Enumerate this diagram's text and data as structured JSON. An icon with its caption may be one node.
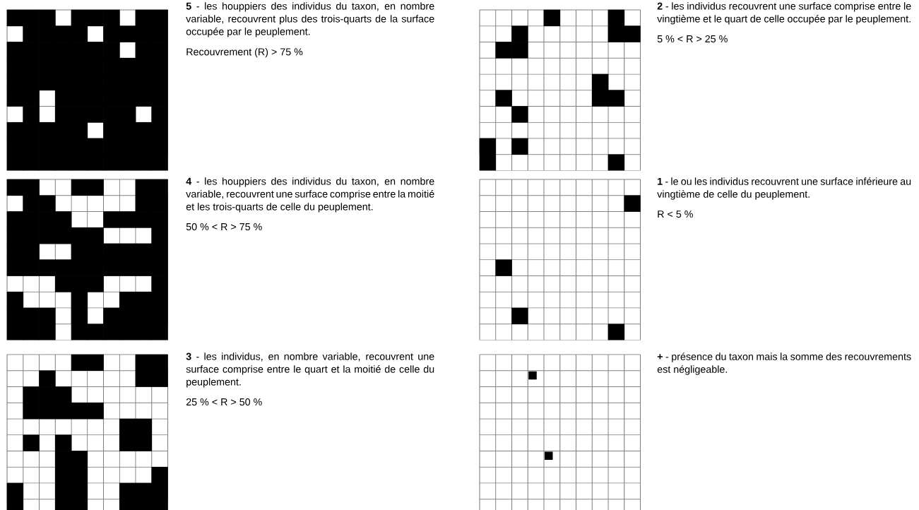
{
  "diagram": {
    "labels": [
      "**5** - les houppiers des individus du taxon, en nombre variable, recouvrent plus des trois-quarts de la surface occupée par le peuplement.",
      "Recouvrement (R) > 75 %",
      "**2** - les individus recouvrent une surface comprise entre le vingtième et le quart de celle occupée par le peuplement.",
      "5 % < R > 25 %",
      "**4** - les houppiers des individus du taxon, en nombre variable, recouvrent une surface comprise entre la moitié et les trois-quarts de celle du peuplement.",
      "50 % < R > 75 %",
      "**1** - le ou les individus recouvrent une surface inférieure au vingtième de celle du peuplement.",
      "R < 5 %",
      "**3** - les individus, en nombre variable, recouvrent une surface comprise entre le quart et la moitié de celle du peuplement.",
      "25 % < R > 50 %",
      "**+** - présence du taxon mais la somme des recouvrements est négligeable."
    ]
  }
}
